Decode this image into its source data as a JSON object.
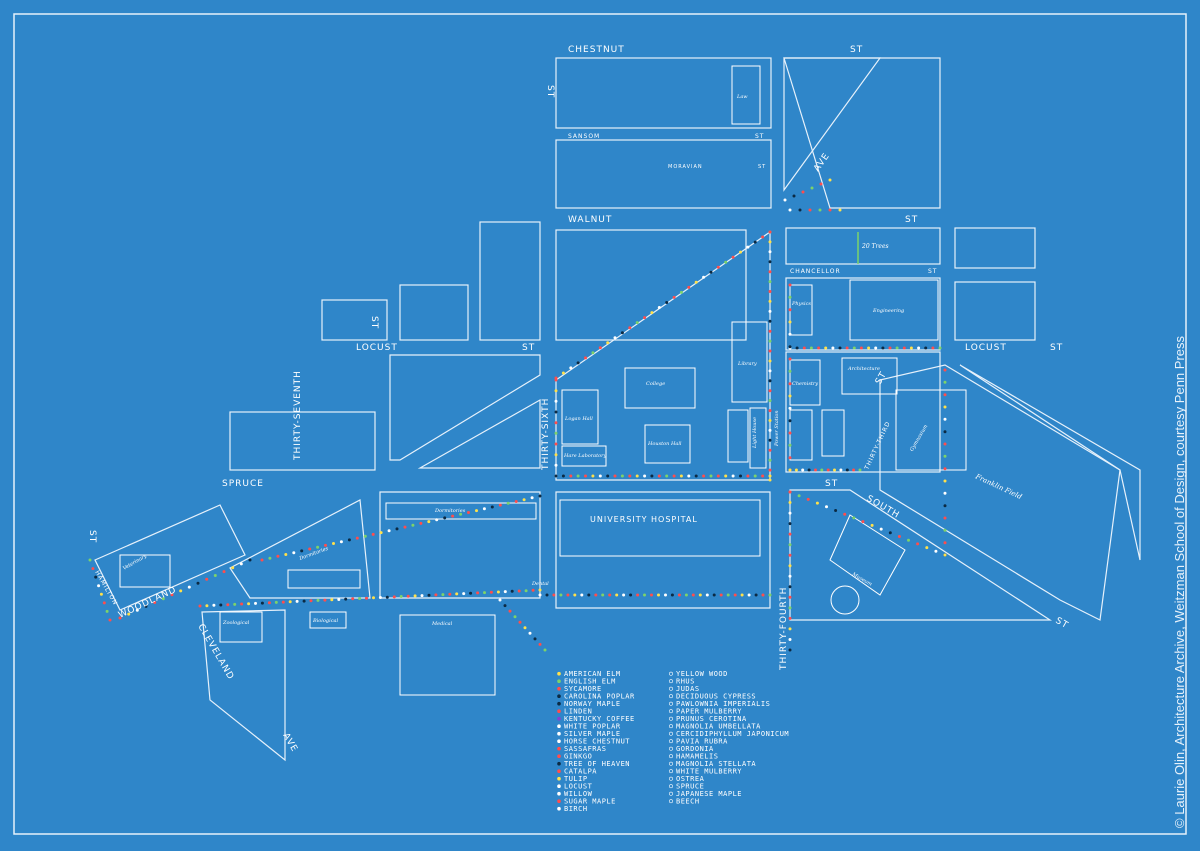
{
  "colors": {
    "paper": "#2f86c9",
    "line": "#e6f1fb",
    "tree_red": "#ff4d4d",
    "tree_yellow": "#ffe14a",
    "tree_white": "#ffffff",
    "tree_dark": "#0b2a44",
    "tree_green": "#7cd36a"
  },
  "streets": {
    "chestnut": "CHESTNUT",
    "st_1": "ST",
    "sansom": "SANSOM",
    "st_2": "ST",
    "moravian": "MORAVIAN",
    "st_3": "ST",
    "walnut": "WALNUT",
    "st_4": "ST",
    "chancellor": "CHANCELLOR",
    "st_5": "ST",
    "locust_w": "LOCUST",
    "st_6": "ST",
    "locust_e": "LOCUST",
    "st_7": "ST",
    "st_8": "ST",
    "thirty_seventh": "THIRTY-SEVENTH",
    "thirty_sixth": "THIRTY-SIXTH",
    "spruce": "SPRUCE",
    "st_9": "ST",
    "st_10": "ST",
    "woodland": "WOODLAND",
    "hamilton": "HAMILTON",
    "cleveland": "CLEVELAND",
    "ave_1": "AVE",
    "ave_2": "AVE",
    "thirty_third": "THIRTY-THIRD",
    "st_11": "ST",
    "south": "SOUTH",
    "thirty_fourth": "THIRTY-FOURTH",
    "st_12": "ST",
    "st_13": "ST"
  },
  "buildings": {
    "law": "Law",
    "engineering": "Engineering",
    "physics": "Physics",
    "chemistry": "Chemistry",
    "architecture": "Architecture",
    "college": "College",
    "library": "Library",
    "logan_hall": "Logan Hall",
    "houston_hall": "Houston Hall",
    "hare_laboratory": "Hare Laboratory",
    "light_house": "Light House",
    "power_station": "Power Station",
    "dormitories_1": "Dormitories",
    "dormitories_2": "Dormitories",
    "university_hospital": "UNIVERSITY HOSPITAL",
    "medical": "Medical",
    "zoological": "Zoological",
    "biological": "Biological",
    "veterinary": "Veterinary",
    "gymnasium": "Gymnasium",
    "franklin_field": "Franklin Field",
    "museum": "Museum",
    "dental": "Dental",
    "trees_note": "20 Trees"
  },
  "legend": {
    "col1": [
      {
        "label": "AMERICAN ELM",
        "color": "#ffe14a"
      },
      {
        "label": "ENGLISH ELM",
        "color": "#7cd36a"
      },
      {
        "label": "SYCAMORE",
        "color": "#ff4d4d"
      },
      {
        "label": "CAROLINA POPLAR",
        "color": "#0b2a44"
      },
      {
        "label": "NORWAY MAPLE",
        "color": "#0b2a44"
      },
      {
        "label": "LINDEN",
        "color": "#ff4d4d"
      },
      {
        "label": "KENTUCKY COFFEE",
        "color": "#8a3fd1"
      },
      {
        "label": "WHITE POPLAR",
        "color": "#ffffff"
      },
      {
        "label": "SILVER MAPLE",
        "color": "#ffffff"
      },
      {
        "label": "HORSE CHESTNUT",
        "color": "#ffffff"
      },
      {
        "label": "SASSAFRAS",
        "color": "#ff4d4d"
      },
      {
        "label": "GINKGO",
        "color": "#ff4d4d"
      },
      {
        "label": "TREE OF HEAVEN",
        "color": "#0b2a44"
      },
      {
        "label": "CATALPA",
        "color": "#ff4d4d"
      },
      {
        "label": "TULIP",
        "color": "#ffe14a"
      },
      {
        "label": "LOCUST",
        "color": "#ffffff"
      },
      {
        "label": "WILLOW",
        "color": "#ffffff"
      },
      {
        "label": "SUGAR MAPLE",
        "color": "#ff4d4d"
      },
      {
        "label": "BIRCH",
        "color": "#ffffff"
      }
    ],
    "col2": [
      "YELLOW WOOD",
      "RHUS",
      "JUDAS",
      "DECIDUOUS CYPRESS",
      "PAWLOWNIA IMPERIALIS",
      "PAPER MULBERRY",
      "PRUNUS CEROTINA",
      "MAGNOLIA UMBELLATA",
      "CERCIDIPHYLLUM JAPONICUM",
      "PAVIA RUBRA",
      "GORDONIA",
      "HAMAMELIS",
      "MAGNOLIA STELLATA",
      "WHITE MULBERRY",
      "OSTREA",
      "SPRUCE",
      "JAPANESE MAPLE",
      "BEECH"
    ]
  },
  "credit": "© Laurie Olin, Architecture Archive, Weitzman School of Design, courtesy Penn Press"
}
